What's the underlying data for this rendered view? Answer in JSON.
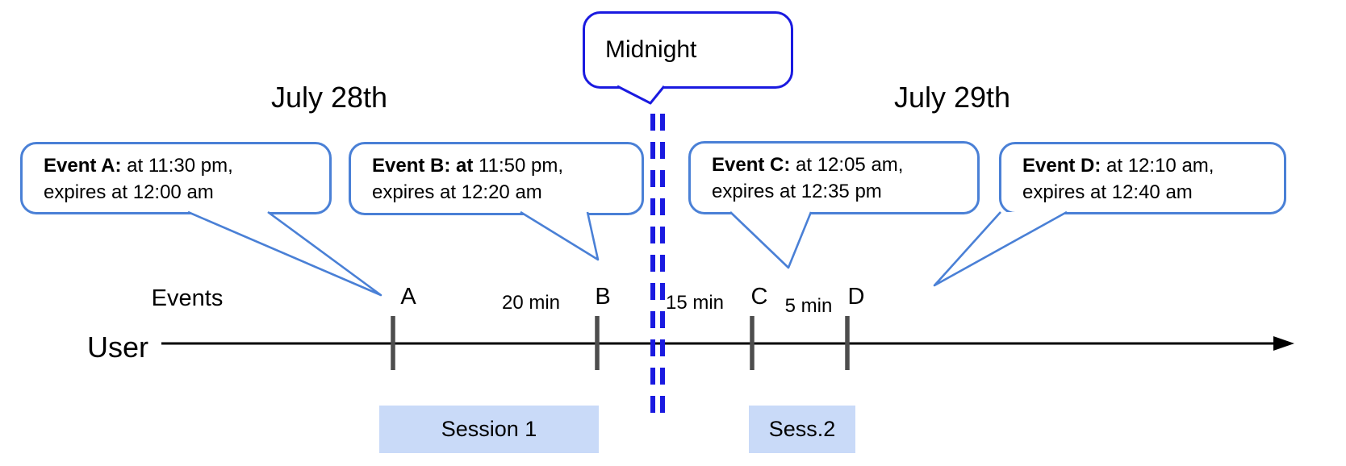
{
  "titles": {
    "left": "July 28th",
    "right": "July 29th"
  },
  "midnight": {
    "label": "Midnight"
  },
  "events": [
    {
      "id": "A",
      "bold": "Event A:",
      "rest": " at 11:30 pm,",
      "line2": "expires at 12:00 am"
    },
    {
      "id": "B",
      "bold": "Event B: at",
      "rest": " 11:50 pm,",
      "line2": "expires at 12:20 am"
    },
    {
      "id": "C",
      "bold": "Event C:",
      "rest": " at 12:05 am,",
      "line2": "expires at 12:35 pm"
    },
    {
      "id": "D",
      "bold": "Event D:",
      "rest": "  at 12:10 am,",
      "line2": "expires at 12:40 am"
    }
  ],
  "timeline": {
    "events_label": "Events",
    "axis_label": "User",
    "tick_labels": [
      "A",
      "B",
      "C",
      "D"
    ],
    "interval_labels": [
      "20 min",
      "15 min",
      "5 min"
    ]
  },
  "sessions": [
    {
      "label": "Session 1"
    },
    {
      "label": "Sess.2"
    }
  ],
  "colors": {
    "event_callout_border": "#4a80d6",
    "midnight_blue": "#1a1ae0",
    "session_fill": "#c9daf8",
    "axis": "#000000",
    "tick": "#4d4d4d"
  }
}
